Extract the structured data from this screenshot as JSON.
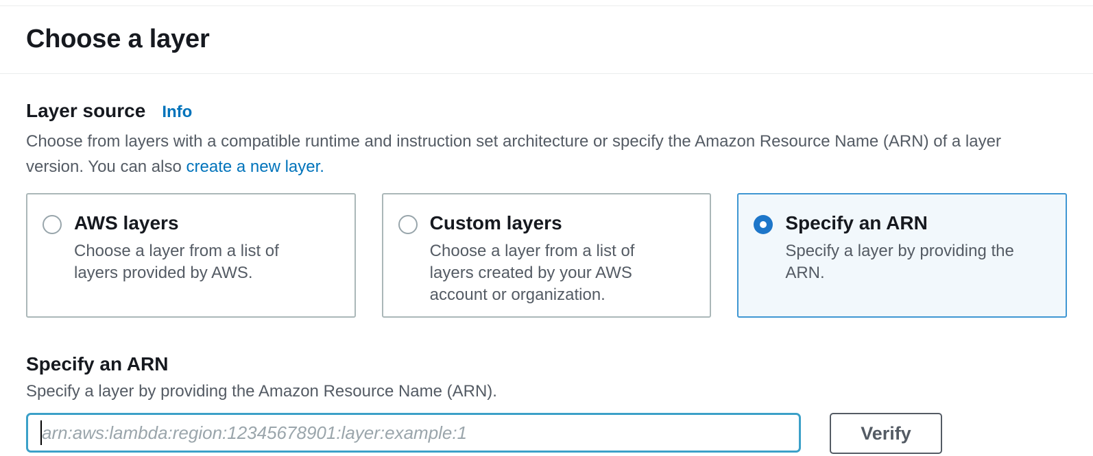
{
  "header": {
    "title": "Choose a layer"
  },
  "layer_source": {
    "label": "Layer source",
    "info_link": "Info",
    "description_text": "Choose from layers with a compatible runtime and instruction set architecture or specify the Amazon Resource Name (ARN) of a layer version. You can also ",
    "description_link": "create a new layer.",
    "options": [
      {
        "title": "AWS layers",
        "description": "Choose a layer from a list of layers provided by AWS.",
        "selected": false
      },
      {
        "title": "Custom layers",
        "description": "Choose a layer from a list of layers created by your AWS account or organization.",
        "selected": false
      },
      {
        "title": "Specify an ARN",
        "description": "Specify a layer by providing the ARN.",
        "selected": true
      }
    ]
  },
  "arn_section": {
    "title": "Specify an ARN",
    "description": "Specify a layer by providing the Amazon Resource Name (ARN).",
    "input_value": "",
    "input_placeholder": "arn:aws:lambda:region:12345678901:layer:example:1",
    "verify_button": "Verify"
  },
  "colors": {
    "link_blue": "#0073bb",
    "radio_selected_blue": "#1d76c9",
    "selected_card_border": "#3e96d2",
    "selected_card_background": "#f2f8fc",
    "input_focus_border": "#3ba0c8",
    "secondary_text": "#545b64",
    "primary_text": "#16191f"
  }
}
